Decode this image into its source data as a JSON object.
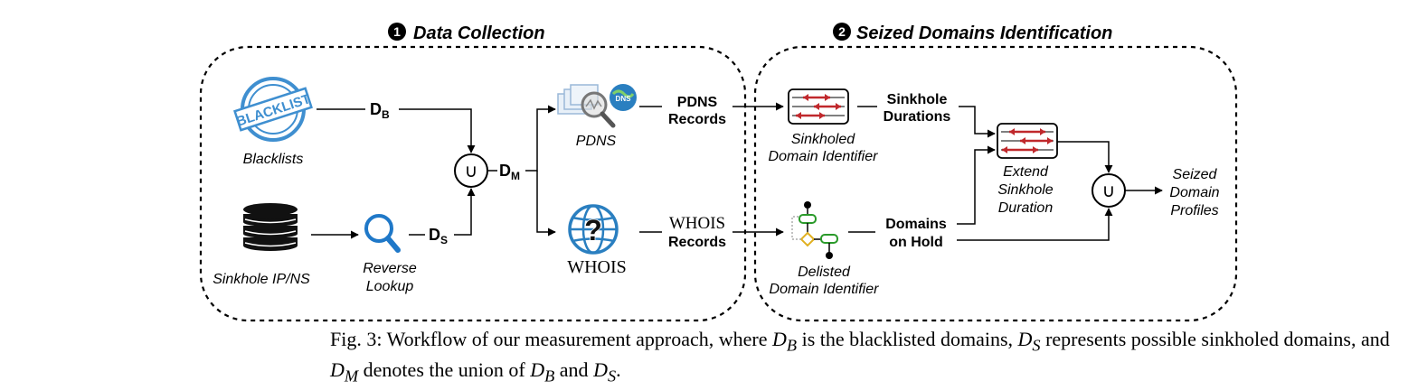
{
  "sections": {
    "data_collection": {
      "number": "1",
      "title": "Data Collection"
    },
    "seized_identification": {
      "number": "2",
      "title": "Seized Domains Identification"
    }
  },
  "nodes": {
    "blacklists": {
      "label": "Blacklists",
      "logo_text": "BLACKLIST"
    },
    "sinkhole_ipns": {
      "label": "Sinkhole IP/NS"
    },
    "reverse_lookup": {
      "label_line1": "Reverse",
      "label_line2": "Lookup"
    },
    "union_1": {
      "symbol": "∪"
    },
    "pdns": {
      "label": "PDNS",
      "logo_text": "DNS"
    },
    "whois": {
      "label": "WHOIS",
      "logo_text": "?"
    },
    "sinkholed_identifier": {
      "label_line1": "Sinkholed",
      "label_line2": "Domain Identifier"
    },
    "delisted_identifier": {
      "label_line1": "Delisted",
      "label_line2": "Domain Identifier"
    },
    "extend_duration": {
      "label_line1": "Extend",
      "label_line2": "Sinkhole",
      "label_line3": "Duration"
    },
    "union_2": {
      "symbol": "∪"
    },
    "seized_profiles": {
      "label_line1": "Seized",
      "label_line2": "Domain",
      "label_line3": "Profiles"
    }
  },
  "edge_labels": {
    "db": {
      "main": "D",
      "sub": "B"
    },
    "ds": {
      "main": "D",
      "sub": "S"
    },
    "dm": {
      "main": "D",
      "sub": "M"
    },
    "pdns_records": {
      "line1": "PDNS",
      "line2": "Records"
    },
    "whois_records": {
      "line1": "WHOIS",
      "line2": "Records"
    },
    "sinkhole_durations": {
      "line1": "Sinkhole",
      "line2": "Durations"
    },
    "domains_on_hold": {
      "line1": "Domains",
      "line2": "on Hold"
    }
  },
  "caption": {
    "p1": "Fig. 3: Workflow of our measurement approach, where ",
    "p2": " is the blacklisted domains, ",
    "p3": " represents possible sinkholed domains, and ",
    "p4": " denotes the union of ",
    "p5": " and ",
    "p6": "."
  },
  "colors": {
    "blacklist_blue": "#3f8fd0",
    "magnifier_blue": "#1f78c8",
    "globe_blue": "#2a7fc0",
    "timeline_red": "#c0282c",
    "flow_green": "#2a9a2a",
    "flow_yellow": "#e0b020",
    "line_black": "#000000"
  }
}
